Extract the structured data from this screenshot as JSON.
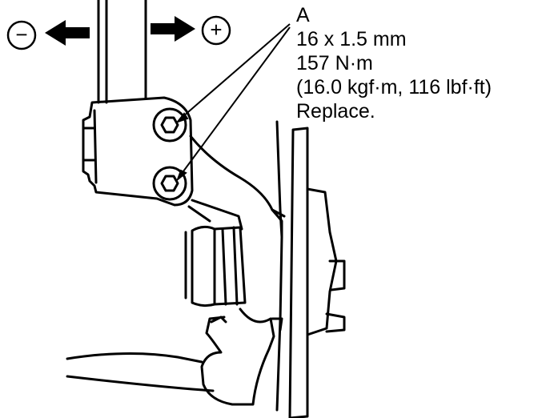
{
  "callout": {
    "letter": "A",
    "bolt_size": "16 x 1.5 mm",
    "torque_nm": "157 N·m",
    "torque_alt": "(16.0 kgf·m, 116 lbf·ft)",
    "note": "Replace."
  },
  "arrows": {
    "left_symbol": "−",
    "right_symbol": "+"
  }
}
